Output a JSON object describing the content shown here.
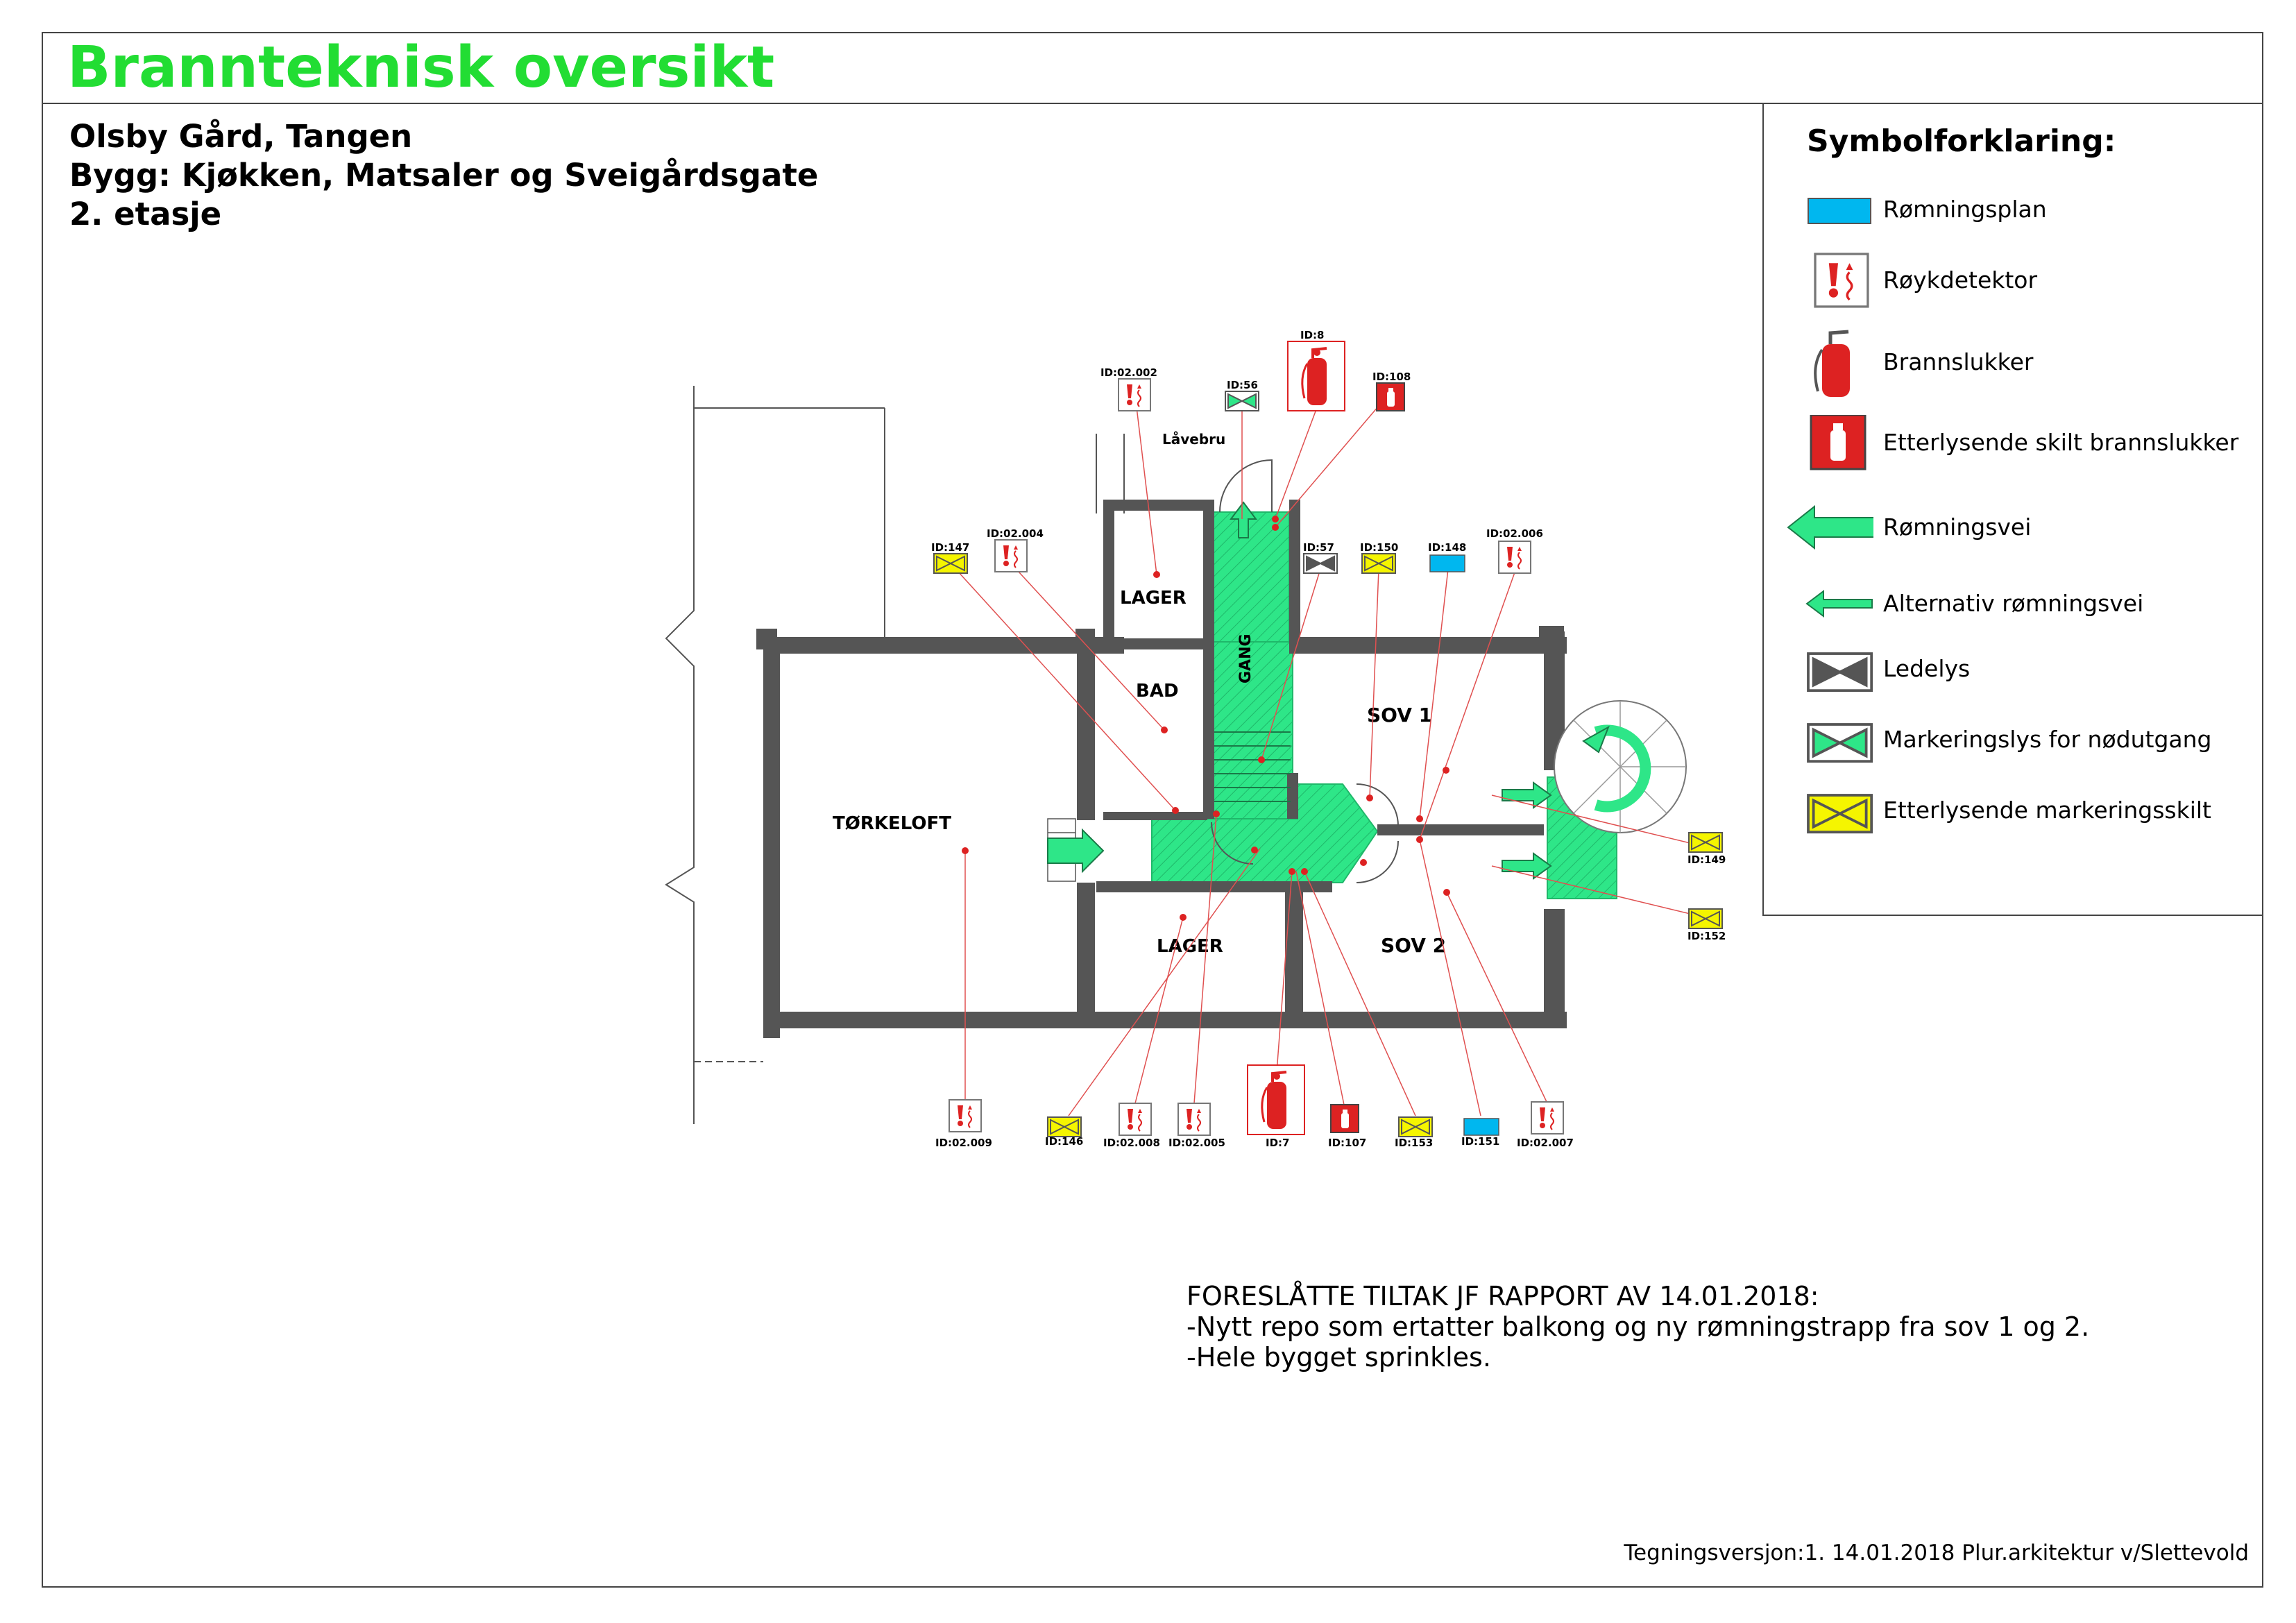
{
  "title": "Brannteknisk oversikt",
  "subtitle": [
    "Olsby Gård, Tangen",
    "Bygg: Kjøkken, Matsaler og Sveigårdsgate",
    "2. etasje"
  ],
  "legend": {
    "title": "Symbolforklaring:",
    "items": [
      {
        "icon": "escape-plan-icon",
        "label": "Rømningsplan"
      },
      {
        "icon": "smoke-detector-icon",
        "label": "Røykdetektor"
      },
      {
        "icon": "fire-extinguisher-icon",
        "label": "Brannslukker"
      },
      {
        "icon": "extinguisher-sign-icon",
        "label": "Etterlysende skilt brannslukker"
      },
      {
        "icon": "escape-route-arrow-icon",
        "label": "Rømningsvei"
      },
      {
        "icon": "alt-escape-route-arrow-icon",
        "label": "Alternativ rømningsvei"
      },
      {
        "icon": "guide-light-icon",
        "label": "Ledelys"
      },
      {
        "icon": "exit-marker-light-icon",
        "label": "Markeringslys for nødutgang"
      },
      {
        "icon": "luminous-marker-sign-icon",
        "label": "Etterlysende markeringsskilt"
      }
    ]
  },
  "rooms": [
    "Låvebru",
    "LAGER",
    "BAD",
    "GANG",
    "SOV 1",
    "TØRKELOFT",
    "LAGER",
    "SOV 2"
  ],
  "symbol_ids": {
    "top": [
      "ID:02.002",
      "ID:56",
      "ID:8",
      "ID:108",
      "ID:147",
      "ID:02.004",
      "ID:57",
      "ID:150",
      "ID:148",
      "ID:02.006"
    ],
    "right": [
      "ID:149",
      "ID:152"
    ],
    "bottom": [
      "ID:02.009",
      "ID:146",
      "ID:02.008",
      "ID:02.005",
      "ID:7",
      "ID:107",
      "ID:153",
      "ID:151",
      "ID:02.007"
    ]
  },
  "measures": {
    "heading": "FORESLÅTTE TILTAK JF RAPPORT AV 14.01.2018:",
    "lines": [
      "-Nytt repo som ertatter balkong og ny rømningstrapp fra sov 1 og 2.",
      "-Hele bygget sprinkles."
    ]
  },
  "footer": "Tegningsversjon:1. 14.01.2018 Plur.arkitektur v/Slettevold",
  "colors": {
    "title": "#22dd33",
    "escape_green": "#2ee688",
    "wall": "#555555",
    "symbol_red": "#dd2222",
    "plan_blue": "#00b7ef",
    "marker_yellow": "#f5f500"
  }
}
